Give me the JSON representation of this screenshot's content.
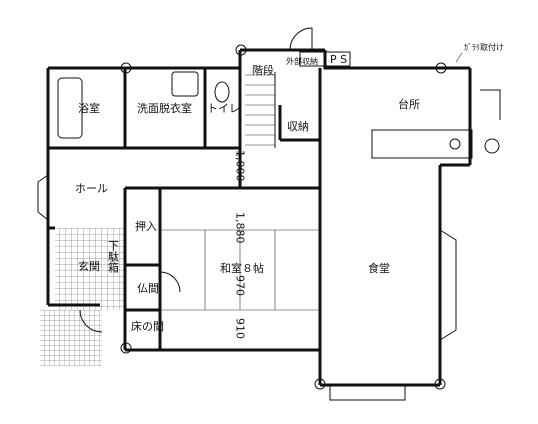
{
  "rooms": {
    "bath": "浴室",
    "washroom": "洗面脱衣室",
    "toilet": "トイレ",
    "stairs": "階段",
    "ps": "P S",
    "outdoor_storage": "外部収納",
    "storage": "収納",
    "kitchen": "台所",
    "hall": "ホール",
    "oshiire": "押入",
    "entrance": "玄関",
    "shoe_box": "下駄箱",
    "butsuma": "仏間",
    "tokonoma": "床の間",
    "washitsu": "和室８帖",
    "dining": "食堂"
  },
  "dimensions": {
    "d1": "1,000",
    "d2": "1,880",
    "d3": "970",
    "d4": "910"
  },
  "notes": {
    "glass_mount": "ｶﾞﾗﾘ取付け"
  }
}
